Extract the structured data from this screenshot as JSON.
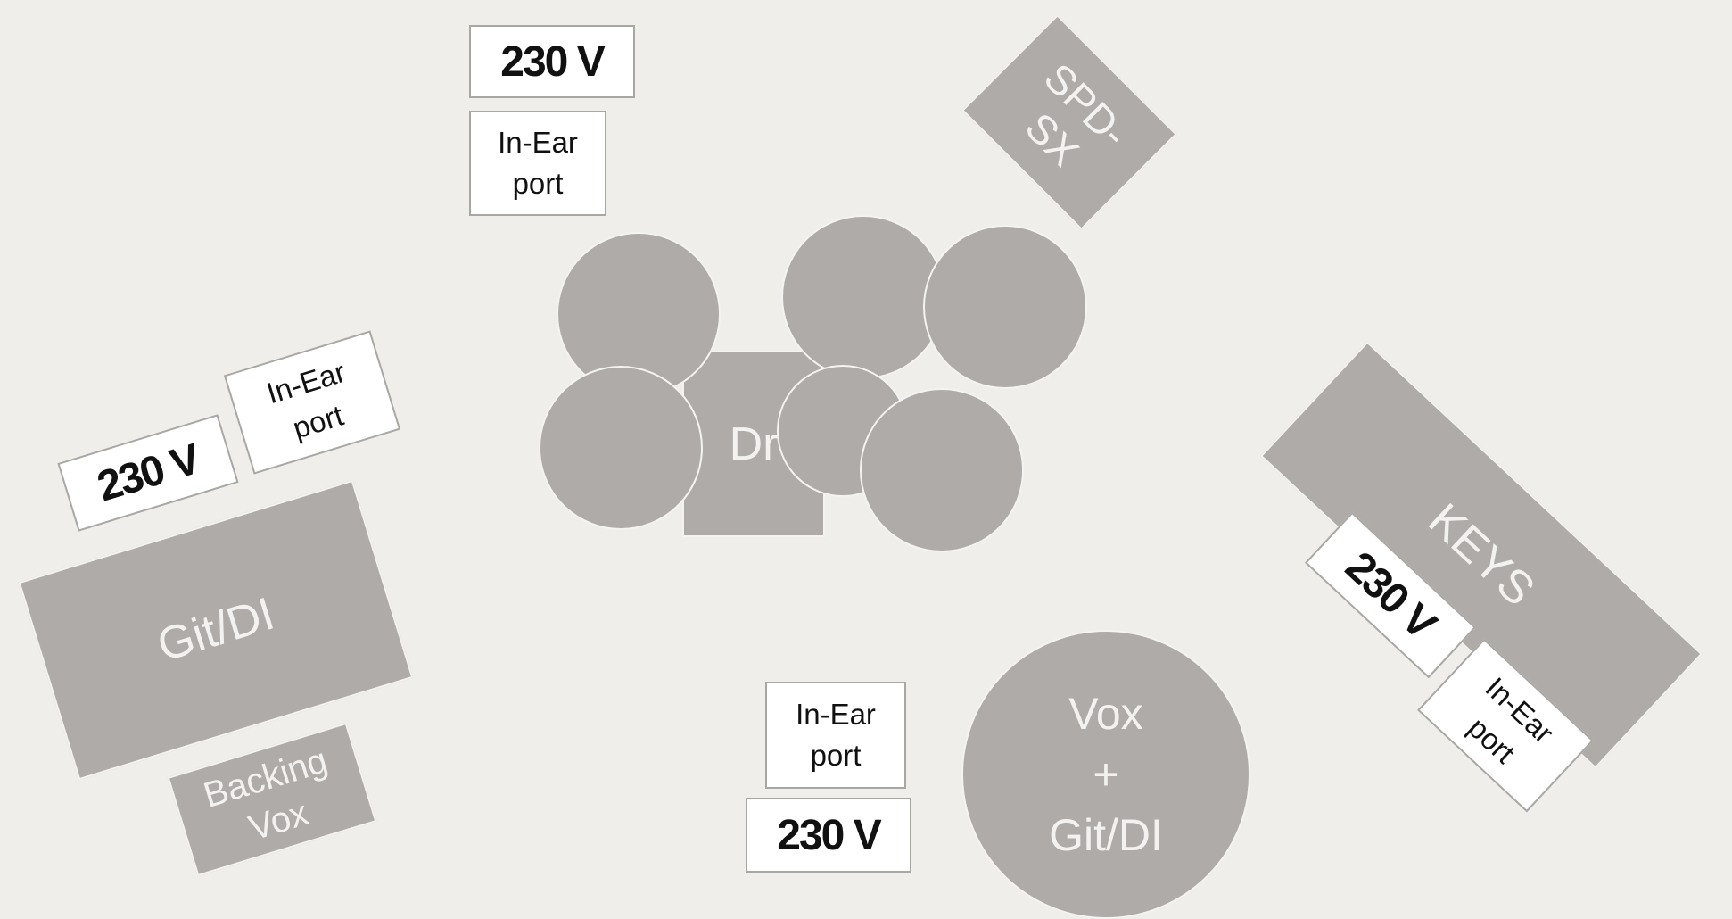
{
  "stage_plot": {
    "power_label": "230 V",
    "in_ear_label": "In-Ear\nport",
    "drums_label": "Dr",
    "spd_label": "SPD-\nSX",
    "keys_label": "KEYS",
    "guitar_label": "Git/DI",
    "backing_vox_label": "Backing\nVox",
    "lead_vox_label": "Vox\n+\nGit/DI"
  },
  "colors": {
    "background": "#efeeeb",
    "equipment_fill": "#aeaba8",
    "box_fill": "#ffffff"
  }
}
